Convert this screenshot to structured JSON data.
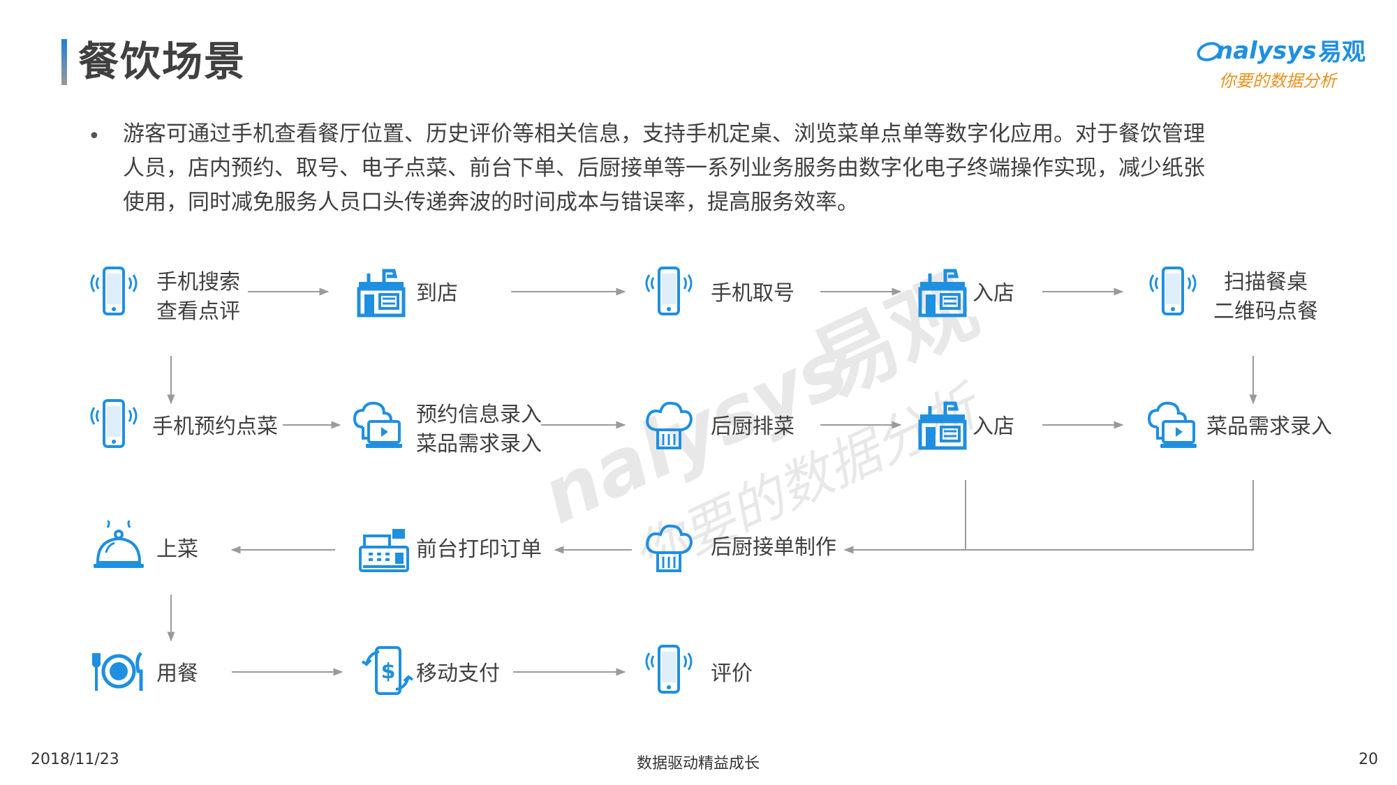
{
  "page": {
    "title": "餐饮场景",
    "bullet": [
      "游客可通过手机查看餐厅位置、历史评价等相关信息，支持手机定桌、浏览菜单点单等数字化应用。对于餐饮管理",
      "人员，店内预约、取号、电子点菜、前台下单、后厨接单等一系列业务服务由数字化电子终端操作实现，减少纸张",
      "使用，同时减免服务人员口头传递奔波的时间成本与错误率，提高服务效率。"
    ]
  },
  "logo": {
    "brand_en": "nalysys",
    "brand_cn": "易观",
    "slogan": "你要的数据分析"
  },
  "flow": {
    "row1": [
      {
        "icon": "smartphone-icon",
        "lines": [
          "手机搜索",
          "查看点评"
        ]
      },
      {
        "icon": "store-icon",
        "lines": [
          "到店"
        ]
      },
      {
        "icon": "smartphone-icon",
        "lines": [
          "手机取号"
        ]
      },
      {
        "icon": "store-icon",
        "lines": [
          "入店"
        ]
      },
      {
        "icon": "smartphone-icon",
        "lines": [
          "扫描餐桌",
          "二维码点餐"
        ]
      }
    ],
    "row2": [
      {
        "icon": "smartphone-icon",
        "lines": [
          "手机预约点菜"
        ]
      },
      {
        "icon": "cloud-terminal-icon",
        "lines": [
          "预约信息录入",
          "菜品需求录入"
        ]
      },
      {
        "icon": "chef-hat-icon",
        "lines": [
          "后厨排菜"
        ]
      },
      {
        "icon": "store-icon",
        "lines": [
          "入店"
        ]
      },
      {
        "icon": "cloud-terminal-icon",
        "lines": [
          "菜品需求录入"
        ]
      }
    ],
    "row3": [
      {
        "icon": "serving-cloche-icon",
        "lines": [
          "上菜"
        ]
      },
      {
        "icon": "cash-register-icon",
        "lines": [
          "前台打印订单"
        ]
      },
      {
        "icon": "chef-hat-icon",
        "lines": [
          "后厨接单制作"
        ]
      }
    ],
    "row4": [
      {
        "icon": "plate-cutlery-icon",
        "lines": [
          "用餐"
        ]
      },
      {
        "icon": "mobile-payment-icon",
        "lines": [
          "移动支付"
        ]
      },
      {
        "icon": "smartphone-icon",
        "lines": [
          "评价"
        ]
      }
    ]
  },
  "footer": {
    "date": "2018/11/23",
    "slogan": "数据驱动精益成长",
    "page_number": "20"
  },
  "colors": {
    "accent_blue": "#1f8fe0",
    "arrow_gray": "#9a9a9a",
    "title_gray": "#404040",
    "logo_orange": "#e8901e"
  }
}
